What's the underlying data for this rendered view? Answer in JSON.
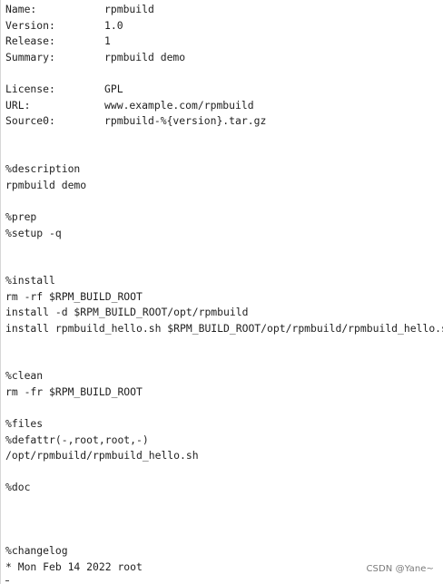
{
  "header": {
    "name": {
      "key": "Name:",
      "value": "rpmbuild"
    },
    "version": {
      "key": "Version:",
      "value": "1.0"
    },
    "release": {
      "key": "Release:",
      "value": "1"
    },
    "summary": {
      "key": "Summary:",
      "value": "rpmbuild demo"
    },
    "license": {
      "key": "License:",
      "value": "GPL"
    },
    "url": {
      "key": "URL:",
      "value": "www.example.com/rpmbuild"
    },
    "source0": {
      "key": "Source0:",
      "value": "rpmbuild-%{version}.tar.gz"
    }
  },
  "description": {
    "tag": "%description",
    "text": "rpmbuild demo"
  },
  "prep": {
    "tag": "%prep",
    "setup": "%setup -q"
  },
  "install": {
    "tag": "%install",
    "cmd1": "rm -rf $RPM_BUILD_ROOT",
    "cmd2": "install -d $RPM_BUILD_ROOT/opt/rpmbuild",
    "cmd3": "install rpmbuild_hello.sh $RPM_BUILD_ROOT/opt/rpmbuild/rpmbuild_hello.sh"
  },
  "clean": {
    "tag": "%clean",
    "cmd": "rm -fr $RPM_BUILD_ROOT"
  },
  "files": {
    "tag": "%files",
    "defattr": "%defattr(-,root,root,-)",
    "path": "/opt/rpmbuild/rpmbuild_hello.sh"
  },
  "doc": {
    "tag": "%doc"
  },
  "changelog": {
    "tag": "%changelog",
    "entry": "* Mon Feb 14 2022 root"
  },
  "watermark": "CSDN @Yane~"
}
